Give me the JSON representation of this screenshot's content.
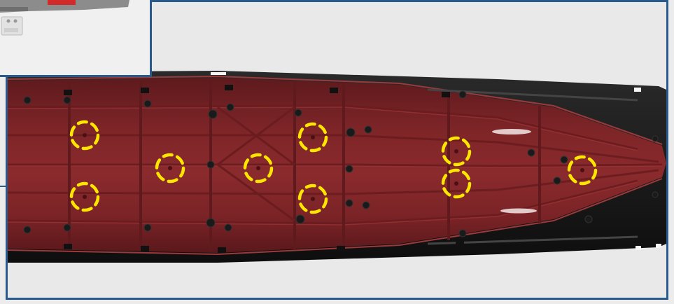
{
  "photo": {
    "subject": "hull-interior",
    "hull_color": "#7a2226",
    "frame_color": "#2a5a8c",
    "marker_color": "#ffe600"
  },
  "markers": [
    {
      "id": "m1"
    },
    {
      "id": "m2"
    },
    {
      "id": "m3"
    },
    {
      "id": "m4"
    },
    {
      "id": "m5"
    },
    {
      "id": "m6"
    },
    {
      "id": "m7"
    },
    {
      "id": "m8"
    },
    {
      "id": "m9"
    },
    {
      "id": "m10"
    }
  ],
  "inset": {
    "icon": "part-detail-photo"
  }
}
